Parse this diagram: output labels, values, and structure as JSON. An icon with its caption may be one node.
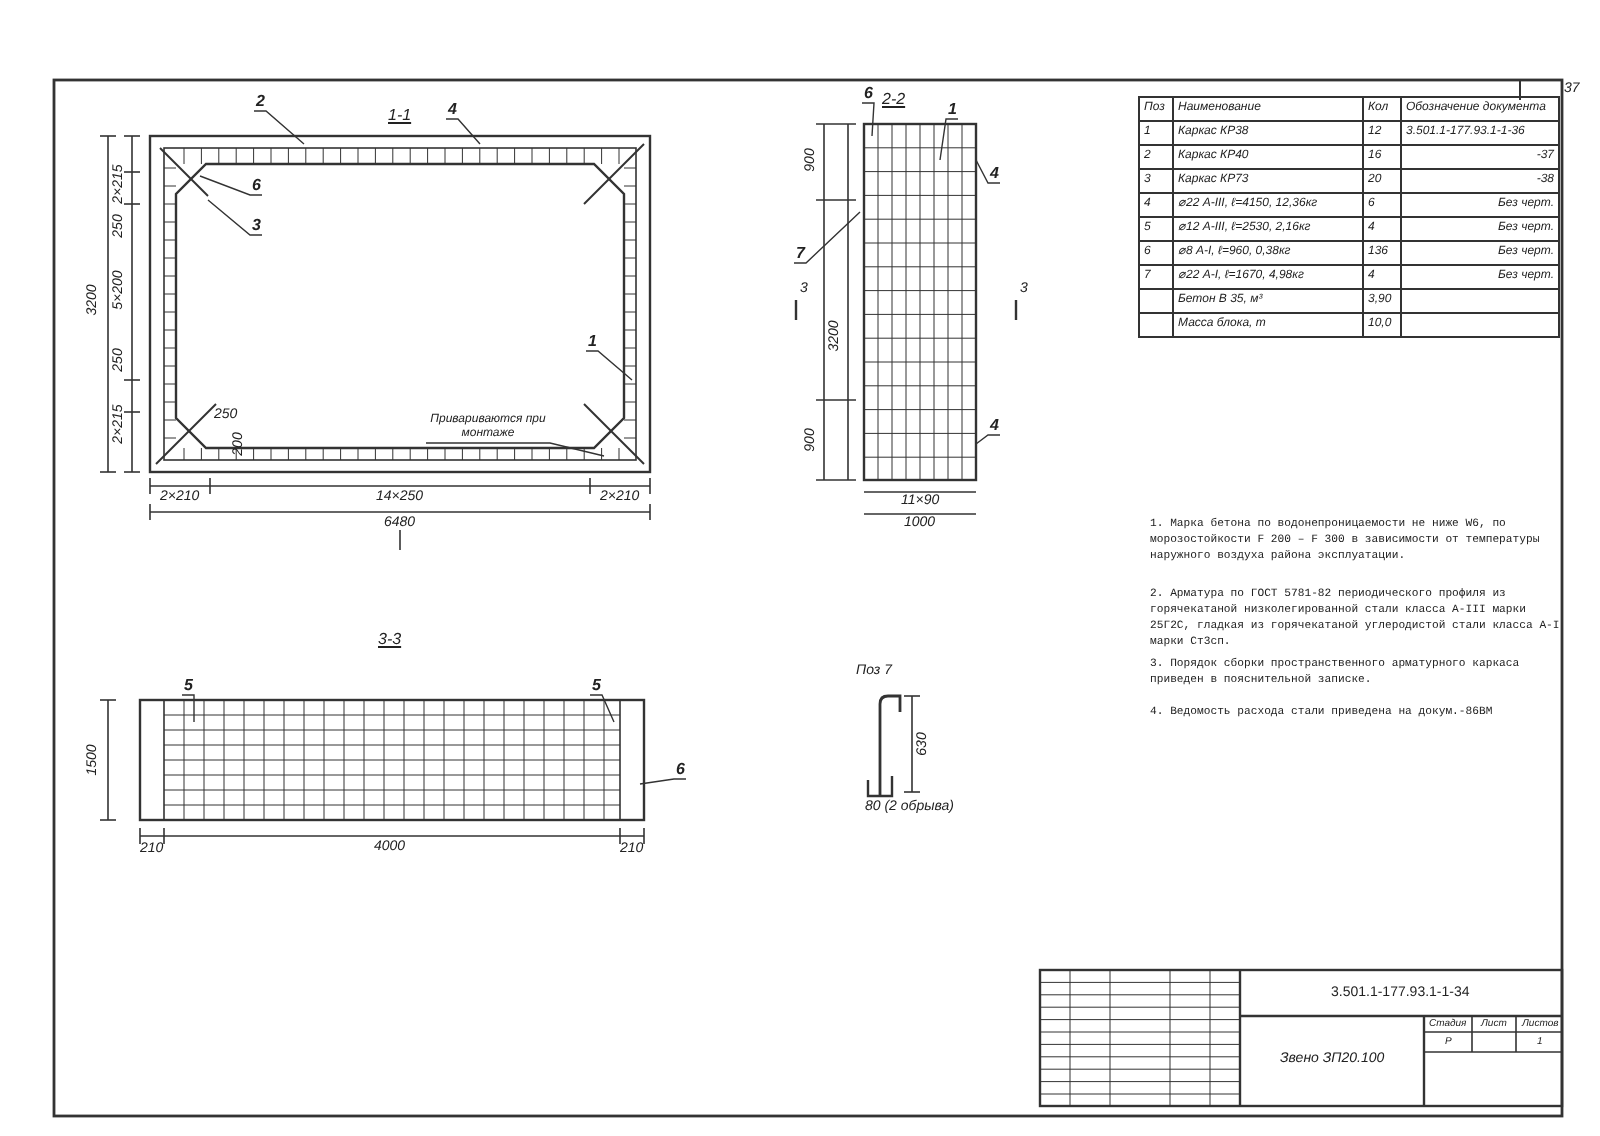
{
  "diagram": {
    "nodes": [
      {
        "text": [
          "2"
        ]
      },
      {
        "text": [
          "4"
        ]
      },
      {
        "text": [
          "6"
        ]
      },
      {
        "text": [
          "3"
        ]
      },
      {
        "text": [
          "1"
        ]
      },
      {
        "text": [
          "Привариваются при монтаже"
        ]
      },
      {
        "text": [
          "6"
        ]
      },
      {
        "text": [
          "1"
        ]
      },
      {
        "text": [
          "7"
        ]
      },
      {
        "text": [
          "4"
        ]
      },
      {
        "text": [
          "4"
        ]
      },
      {
        "text": [
          "5"
        ]
      },
      {
        "text": [
          "5"
        ]
      },
      {
        "text": [
          "6"
        ]
      }
    ],
    "edges": [
      {
        "from": 0,
        "to": null,
        "arrow": "none"
      },
      {
        "from": 1,
        "to": null,
        "arrow": "none"
      },
      {
        "from": 2,
        "to": null,
        "arrow": "none"
      },
      {
        "from": 3,
        "to": null,
        "arrow": "none"
      },
      {
        "from": 4,
        "to": null,
        "arrow": "none"
      },
      {
        "from": 5,
        "to": null,
        "arrow": "none"
      },
      {
        "from": 6,
        "to": null,
        "arrow": "none"
      },
      {
        "from": 7,
        "to": null,
        "arrow": "none"
      },
      {
        "from": 8,
        "to": null,
        "arrow": "none"
      },
      {
        "from": 9,
        "to": null,
        "arrow": "none"
      },
      {
        "from": 10,
        "to": null,
        "arrow": "none"
      },
      {
        "from": 11,
        "to": null,
        "arrow": "none"
      },
      {
        "from": 12,
        "to": null,
        "arrow": "none"
      },
      {
        "from": 13,
        "to": null,
        "arrow": "none"
      }
    ],
    "labels": [
      "37",
      "1-1",
      "2-2",
      "Поз",
      "Наименование",
      "Кол",
      "Обозначение документа",
      "1",
      "Каркас КР38",
      "12",
      "3.501.1-177.93.1-1-36",
      "2",
      "Каркас КР40",
      "16",
      "-37",
      "3",
      "Каркас КР73",
      "20",
      "-38",
      "4",
      "⌀22 А-III, ℓ=4150, 12,36кг",
      "6",
      "Без черт.",
      "5",
      "⌀12 А-III, ℓ=2530, 2,16кг",
      "4",
      "Без черт.",
      "6",
      "⌀8 А-I, ℓ=960, 0,38кг",
      "136",
      "Без черт.",
      "7",
      "⌀22 А-I, ℓ=1670, 4,98кг",
      "4",
      "Без черт.",
      "Бетон В 35, м³",
      "3,90",
      "Масса блока, т",
      "10,0",
      "2×215",
      "250",
      "5×200",
      "250",
      "2×215",
      "3200",
      "250",
      "200",
      "2×210",
      "14×250",
      "2×210",
      "6480",
      "900",
      "3200",
      "900",
      "11×90",
      "1000",
      "3-3",
      "Поз 7",
      "1500",
      "210",
      "4000",
      "210",
      "630",
      "80 (2 обрыва)",
      "1. Марка бетона по водонепроницаемости не ниже W6, по морозостойкости F 200 – F 300 в зависимости от температуры наружного воздуха района эксплуатации.",
      "2. Арматура по ГОСТ 5781-82 периодического профиля из горячекатаной низколегированной стали класса А-III марки 25Г2С, гладкая из горячекатаной углеродистой стали класса А-I марки Ст3сп.",
      "3. Порядок сборки пространственного арматурного каркаса приведен в пояснительной записке.",
      "4. Ведомость расхода стали приведена на докум.-86ВМ",
      "3.501.1-177.93.1-1-34",
      "Звено ЗП20.100",
      "Стадия",
      "Лист",
      "Листов",
      "Р",
      "1",
      "3",
      "3"
    ]
  }
}
